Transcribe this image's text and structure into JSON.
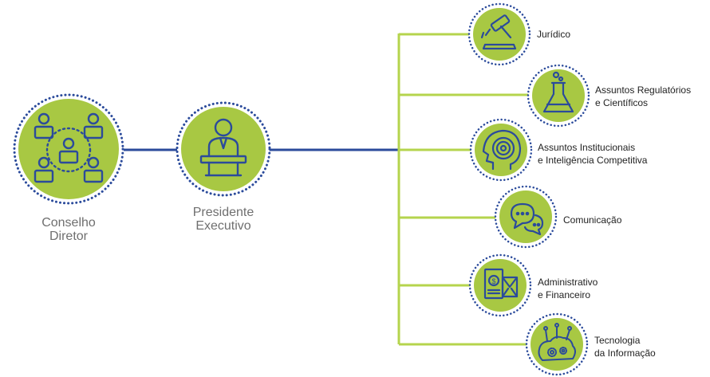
{
  "board": {
    "label_line1": "Conselho",
    "label_line2": "Diretor",
    "icon": "people-network-icon"
  },
  "president": {
    "label_line1": "Presidente",
    "label_line2": "Executivo",
    "icon": "speaker-podium-icon"
  },
  "departments": [
    {
      "lines": [
        "Jurídico"
      ],
      "icon": "gavel-icon"
    },
    {
      "lines": [
        "Assuntos Regulatórios",
        "e Científicos"
      ],
      "icon": "flask-icon"
    },
    {
      "lines": [
        "Assuntos Institucionais",
        "e Inteligência Competitiva"
      ],
      "icon": "head-target-icon"
    },
    {
      "lines": [
        "Comunicação"
      ],
      "icon": "chat-bubbles-icon"
    },
    {
      "lines": [
        "Administrativo",
        "e Financeiro"
      ],
      "icon": "money-documents-icon"
    },
    {
      "lines": [
        "Tecnologia",
        "da Informação"
      ],
      "icon": "circuit-gears-icon"
    }
  ],
  "colors": {
    "circle_fill": "#a8c843",
    "dots": "#2b4b9b",
    "icon_stroke": "#2b4b9b",
    "main_connector": "#2b4b9b",
    "branch_connector": "#b5d44d",
    "main_label": "#6f6f6f",
    "dept_label": "#222222"
  }
}
